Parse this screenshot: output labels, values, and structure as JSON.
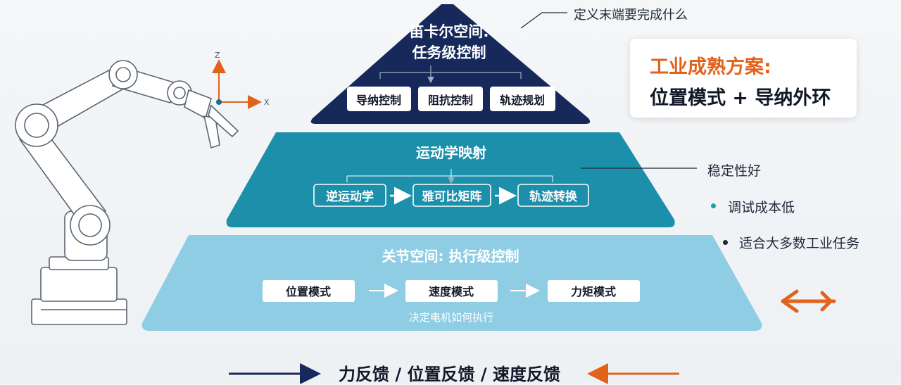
{
  "pyramid": {
    "top": {
      "title_line1": "笛卡尔空间:",
      "title_line2": "任务级控制",
      "items": [
        "导纳控制",
        "阻抗控制",
        "轨迹规划"
      ]
    },
    "middle": {
      "title": "运动学映射",
      "items": [
        "逆运动学",
        "雅可比矩阵",
        "轨迹转换"
      ]
    },
    "bottom": {
      "title": "关节空间: 执行级控制",
      "items": [
        "位置模式",
        "速度模式",
        "力矩模式"
      ],
      "caption": "决定电机如何执行"
    }
  },
  "annotations": {
    "top_note": "定义末端要完成什么",
    "stability": "稳定性好",
    "bullets": [
      "调试成本低",
      "适合大多数工业任务"
    ]
  },
  "solution_card": {
    "title": "工业成熟方案:",
    "subtitle": "位置模式 + 导纳外环"
  },
  "robot_axes": {
    "z": "Z",
    "x": "X"
  },
  "bottom_feedback": "力反馈 / 位置反馈 / 速度反馈",
  "colors": {
    "top_layer": "#16295a",
    "middle_layer": "#1c8fab",
    "bottom_layer": "#8ecde4",
    "accent_orange": "#e2621b",
    "teal_dot": "#16a3a3"
  }
}
